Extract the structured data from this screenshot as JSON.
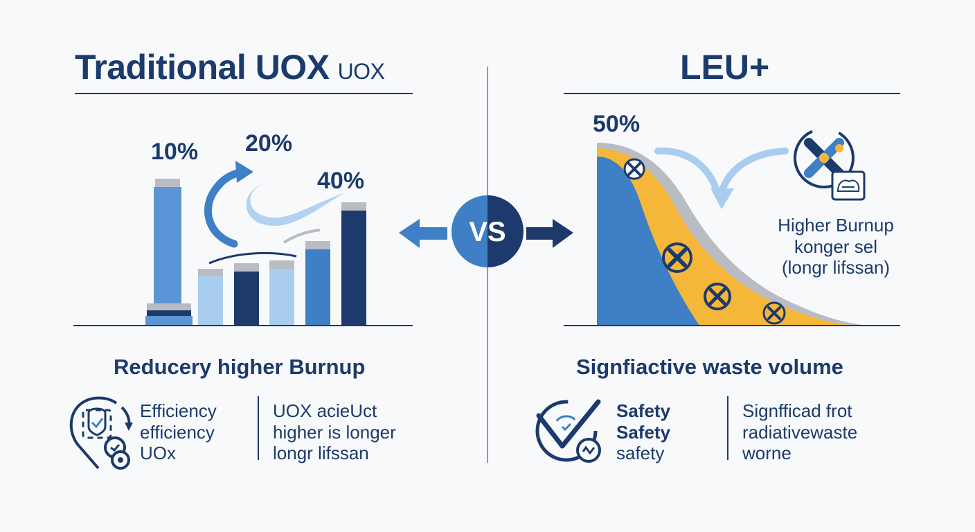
{
  "left": {
    "title": "Traditional UOX",
    "title_suffix": "UOX",
    "pct_1": "10%",
    "pct_2": "20%",
    "pct_3": "40%",
    "heading": "Reducery higher Burnup",
    "col1": [
      "Efficiency",
      "efficiency",
      "UOx"
    ],
    "col2": [
      "UOX acieUct",
      "higher is longer",
      "longr lifssan"
    ]
  },
  "center": {
    "vs": "VS"
  },
  "right": {
    "title": "LEU+",
    "pct": "50%",
    "callout": [
      "Higher Burnup",
      "konger sel",
      "(longr lifssan)"
    ],
    "heading": "Signfiactive waste volume",
    "col1": [
      "Safety",
      "Safety",
      "safety"
    ],
    "col2": [
      "Signfficad frot",
      "radiativewaste",
      "worne"
    ]
  },
  "colors": {
    "navy": "#1c3a6b",
    "blue": "#3f7fc6",
    "light_blue": "#a9cdee",
    "mid_blue": "#5b95d5",
    "yellow": "#f4b73a",
    "gray": "#b9bcc2"
  }
}
